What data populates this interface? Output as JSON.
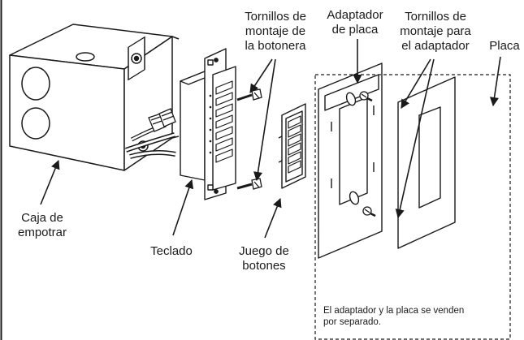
{
  "labels": {
    "mounting_screws_keypad": [
      "Tornillos de",
      "montaje de",
      "la botonera"
    ],
    "plate_adapter": [
      "Adaptador",
      "de placa"
    ],
    "mounting_screws_adapter": [
      "Tornillos de",
      "montaje para",
      "el adaptador"
    ],
    "faceplate": [
      "Placa"
    ],
    "wallbox": [
      "Caja de",
      "empotrar"
    ],
    "keypad": [
      "Teclado"
    ],
    "button_kit": [
      "Juego de",
      "botones"
    ]
  },
  "note": [
    "El adaptador y la placa se venden",
    "por separado."
  ],
  "colors": {
    "line": "#1a1a1a",
    "fill": "#ffffff"
  }
}
